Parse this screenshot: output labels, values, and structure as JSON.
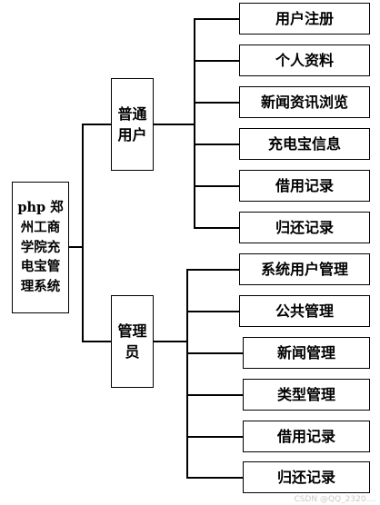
{
  "root": {
    "label": "php 郑州工商学院充电宝管理系统"
  },
  "groups": [
    {
      "label": "普通用户",
      "children": [
        "用户注册",
        "个人资料",
        "新闻资讯浏览",
        "充电宝信息",
        "借用记录",
        "归还记录"
      ]
    },
    {
      "label": "管理员",
      "children": [
        "系统用户管理",
        "公共管理",
        "新闻管理",
        "类型管理",
        "借用记录",
        "归还记录"
      ]
    }
  ],
  "watermark": "CSDN @QQ_2320...."
}
